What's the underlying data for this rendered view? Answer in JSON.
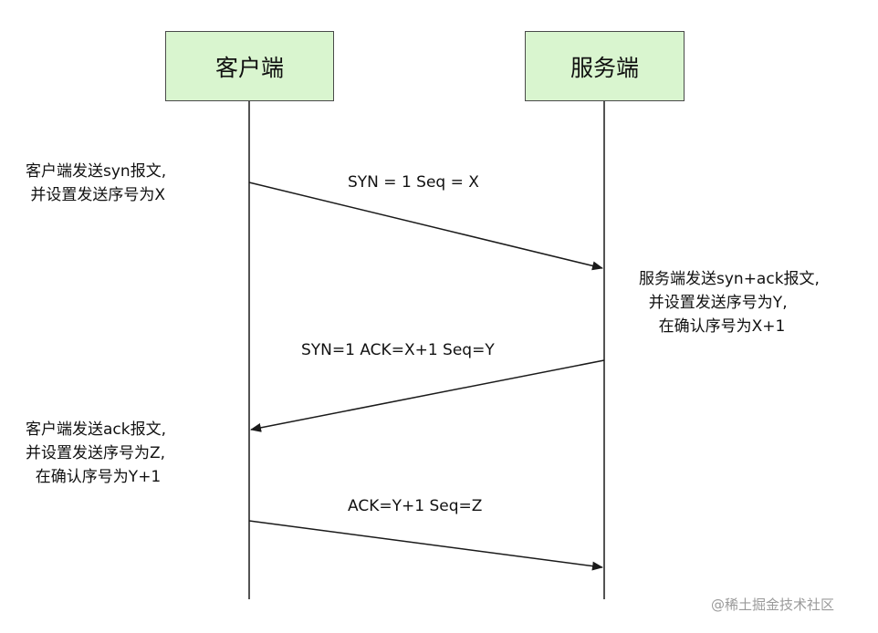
{
  "client": {
    "title": "客户端"
  },
  "server": {
    "title": "服务端"
  },
  "steps": [
    {
      "message": "SYN = 1  Seq = X",
      "note_lines": [
        "客户端发送syn报文,",
        " 并设置发送序号为X"
      ]
    },
    {
      "message": "SYN=1  ACK=X+1  Seq=Y",
      "note_lines": [
        "服务端发送syn+ack报文,",
        "  并设置发送序号为Y,",
        "    在确认序号为X+1"
      ]
    },
    {
      "message": "ACK=Y+1 Seq=Z",
      "note_lines": [
        "客户端发送ack报文,",
        "并设置发送序号为Z,",
        "  在确认序号为Y+1"
      ]
    }
  ],
  "watermark": "@稀土掘金技术社区",
  "colors": {
    "box_fill": "#d9f5cf",
    "line": "#1a1a1a"
  }
}
